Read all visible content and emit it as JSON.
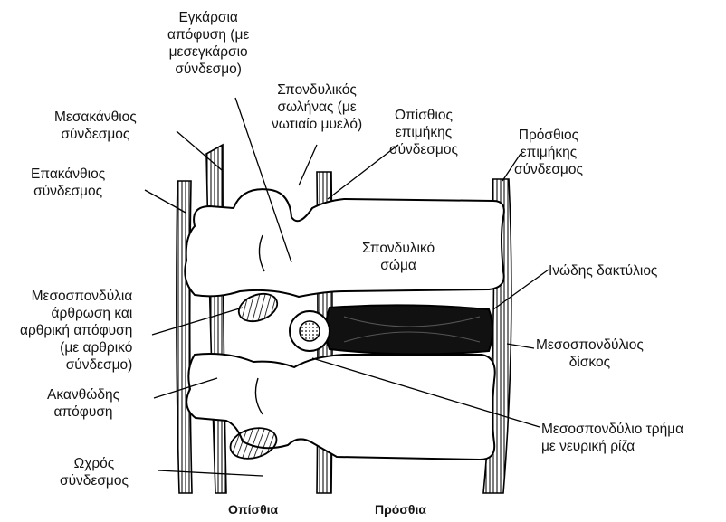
{
  "labels": {
    "transverse_process": "Εγκάρσια\nαπόφυση (με\nμεσεγκάρσιο\nσύνδεσμο)",
    "vertebral_canal": "Σπονδυλικός\nσωλήνας (με\nνωτιαίο μυελό)",
    "interspinous_ligament": "Μεσακάνθιος\nσύνδεσμος",
    "posterior_longitudinal_ligament": "Οπίσθιος\nεπιμήκης\nσύνδεσμος",
    "anterior_longitudinal_ligament": "Πρόσθιος\nεπιμήκης\nσύνδεσμος",
    "supraspinous_ligament": "Επακάνθιος\nσύνδεσμος",
    "vertebral_body": "Σπονδυλικό\nσώμα",
    "annulus_fibrosus": "Ινώδης δακτύλιος",
    "facet_joint": "Μεσοσπονδύλια\nάρθρωση και\nαρθρική απόφυση\n(με αρθρικό\nσύνδεσμο)",
    "intervertebral_disc": "Μεσοσπονδύλιος\nδίσκος",
    "spinous_process": "Ακανθώδης\nαπόφυση",
    "intervertebral_foramen": "Μεσοσπονδύλιο τρήμα\nμε νευρική ρίζα",
    "ligamentum_flavum": "Ωχρός\nσύνδεσμος"
  },
  "axis": {
    "posterior": "Οπίσθια",
    "anterior": "Πρόσθια"
  }
}
